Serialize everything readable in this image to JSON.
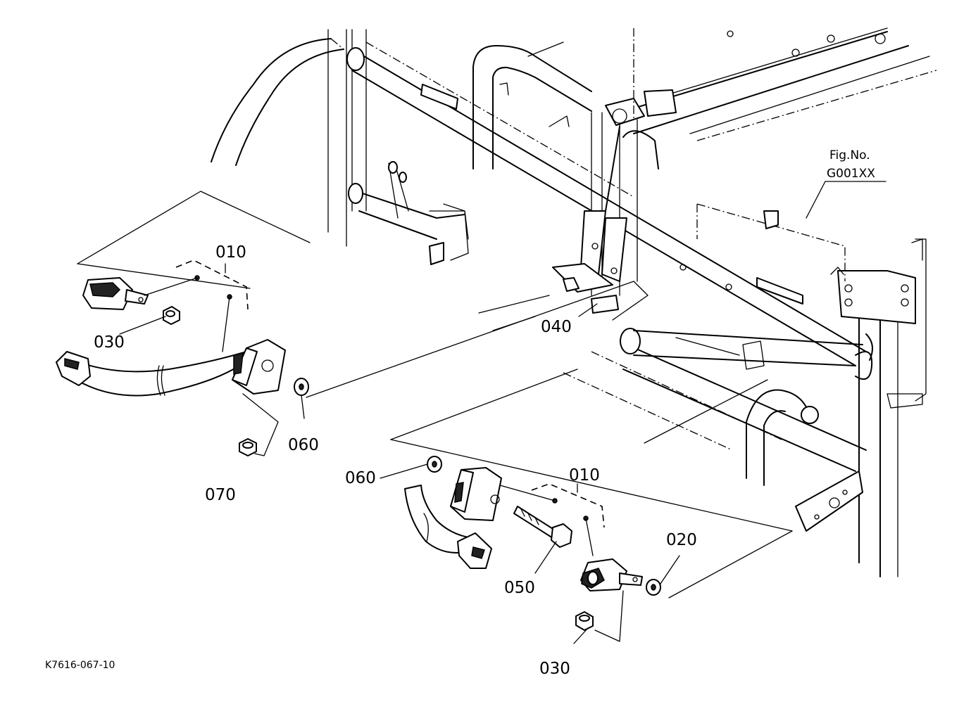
{
  "figure": {
    "fig_no_label": "Fig.No.",
    "fig_no_value": "G001XX",
    "drawing_code": "K7616-067-10"
  },
  "callouts": {
    "c010_left": "010",
    "c030_left": "030",
    "c060_left": "060",
    "c070": "070",
    "c040": "040",
    "c060_right": "060",
    "c010_right": "010",
    "c020": "020",
    "c050": "050",
    "c030_right": "030"
  },
  "colors": {
    "line": "#000000",
    "background": "#ffffff"
  }
}
